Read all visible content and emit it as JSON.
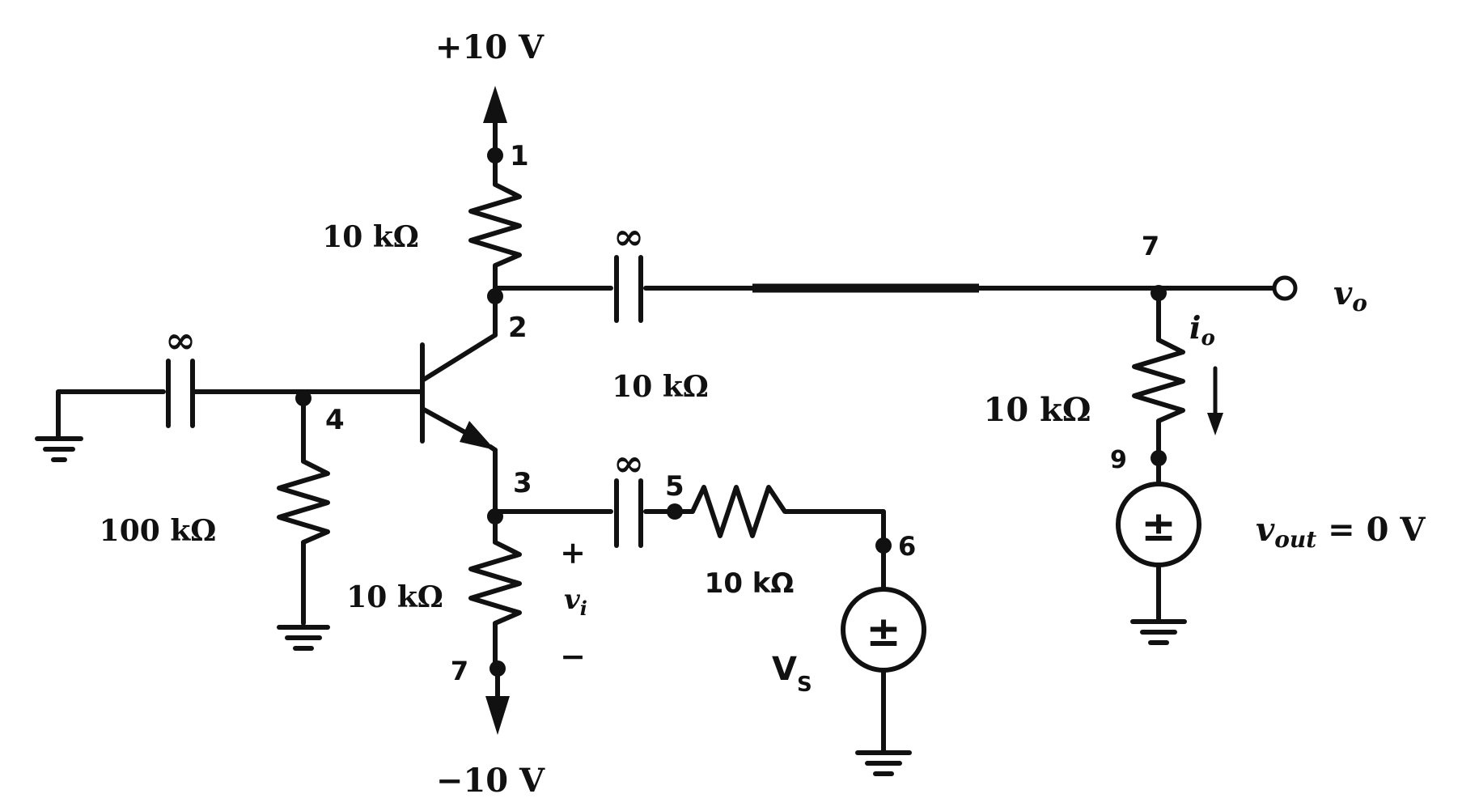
{
  "supply": {
    "positive": "+10 V",
    "negative": "−10 V"
  },
  "capacitors": {
    "collector_coupling": "∞",
    "base_coupling": "∞",
    "emitter_coupling": "∞"
  },
  "resistors": {
    "collector": "10 kΩ",
    "base": "100 kΩ",
    "emitter": "10 kΩ",
    "source": "10 kΩ",
    "load": "10 kΩ",
    "middle": "10 kΩ"
  },
  "nodes": {
    "n1": "1",
    "n2": "2",
    "n3": "3",
    "n4": "4",
    "n5": "5",
    "n6": "6",
    "n7_out": "7",
    "n7_bottom": "7",
    "n9": "9"
  },
  "signals": {
    "vo": "v",
    "vo_sub": "o",
    "io": "i",
    "io_sub": "o",
    "vi": "v",
    "vi_sub": "i",
    "vi_plus": "+",
    "vi_minus": "−",
    "vs": "V",
    "vs_sub": "S",
    "vout_main": "v",
    "vout_sub": "out",
    "vout_rest": " = 0 V"
  },
  "sources": {
    "symbol": "±"
  }
}
